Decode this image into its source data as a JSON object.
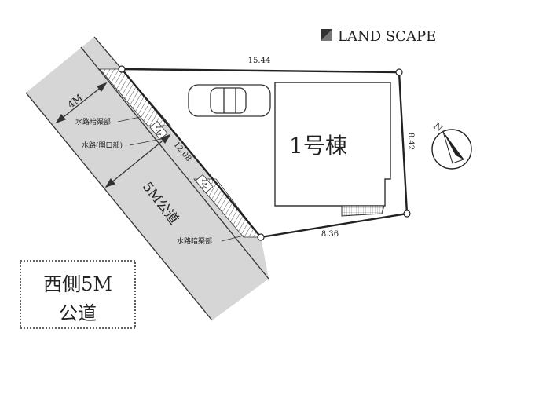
{
  "brand": {
    "name": "LAND SCAPE",
    "mark_color": "#444444"
  },
  "plot": {
    "building_label": "1号棟",
    "dimensions": {
      "top": "15.44",
      "right": "8.42",
      "bottom": "8.36",
      "front": "12.08"
    }
  },
  "road": {
    "label": "5M公道",
    "width_label": "4M",
    "channel_covered": "水路暗渠部",
    "channel_open": "水路(開口部)",
    "channel_covered_2": "水路暗渠部",
    "bridge_1": "1M",
    "bridge_2": "1M",
    "fill_color": "#d6d6d6"
  },
  "compass": {
    "north": "N"
  },
  "note": {
    "line1": "西側5M",
    "line2": "公道"
  }
}
